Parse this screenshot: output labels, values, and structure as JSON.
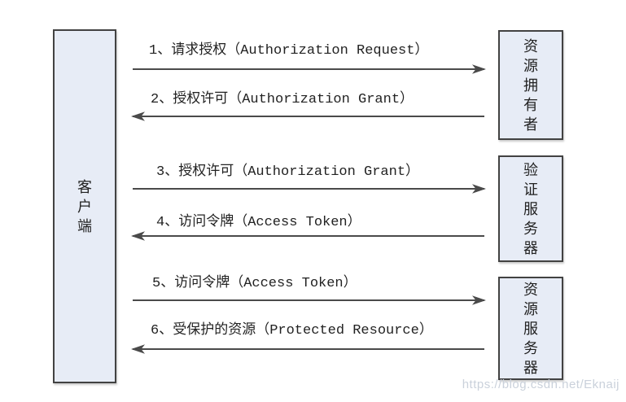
{
  "client": {
    "label": "客户端"
  },
  "actors": [
    {
      "label": "资源拥有者"
    },
    {
      "label": "验证服务器"
    },
    {
      "label": "资源服务器"
    }
  ],
  "messages": [
    {
      "label": "1、请求授权（Authorization Request）",
      "direction": "right"
    },
    {
      "label": "2、授权许可（Authorization Grant）",
      "direction": "left"
    },
    {
      "label": "3、授权许可（Authorization Grant）",
      "direction": "right"
    },
    {
      "label": "4、访问令牌（Access Token）",
      "direction": "left"
    },
    {
      "label": "5、访问令牌（Access Token）",
      "direction": "right"
    },
    {
      "label": "6、受保护的资源（Protected Resource）",
      "direction": "left"
    }
  ],
  "watermark": {
    "text": "https://blog.csdn.net/Eknaij"
  },
  "colors": {
    "box_fill": "#e7ecf6",
    "box_border": "#424242",
    "arrow": "#4a4a4a",
    "text": "#222222",
    "watermark": "#cad1db"
  }
}
